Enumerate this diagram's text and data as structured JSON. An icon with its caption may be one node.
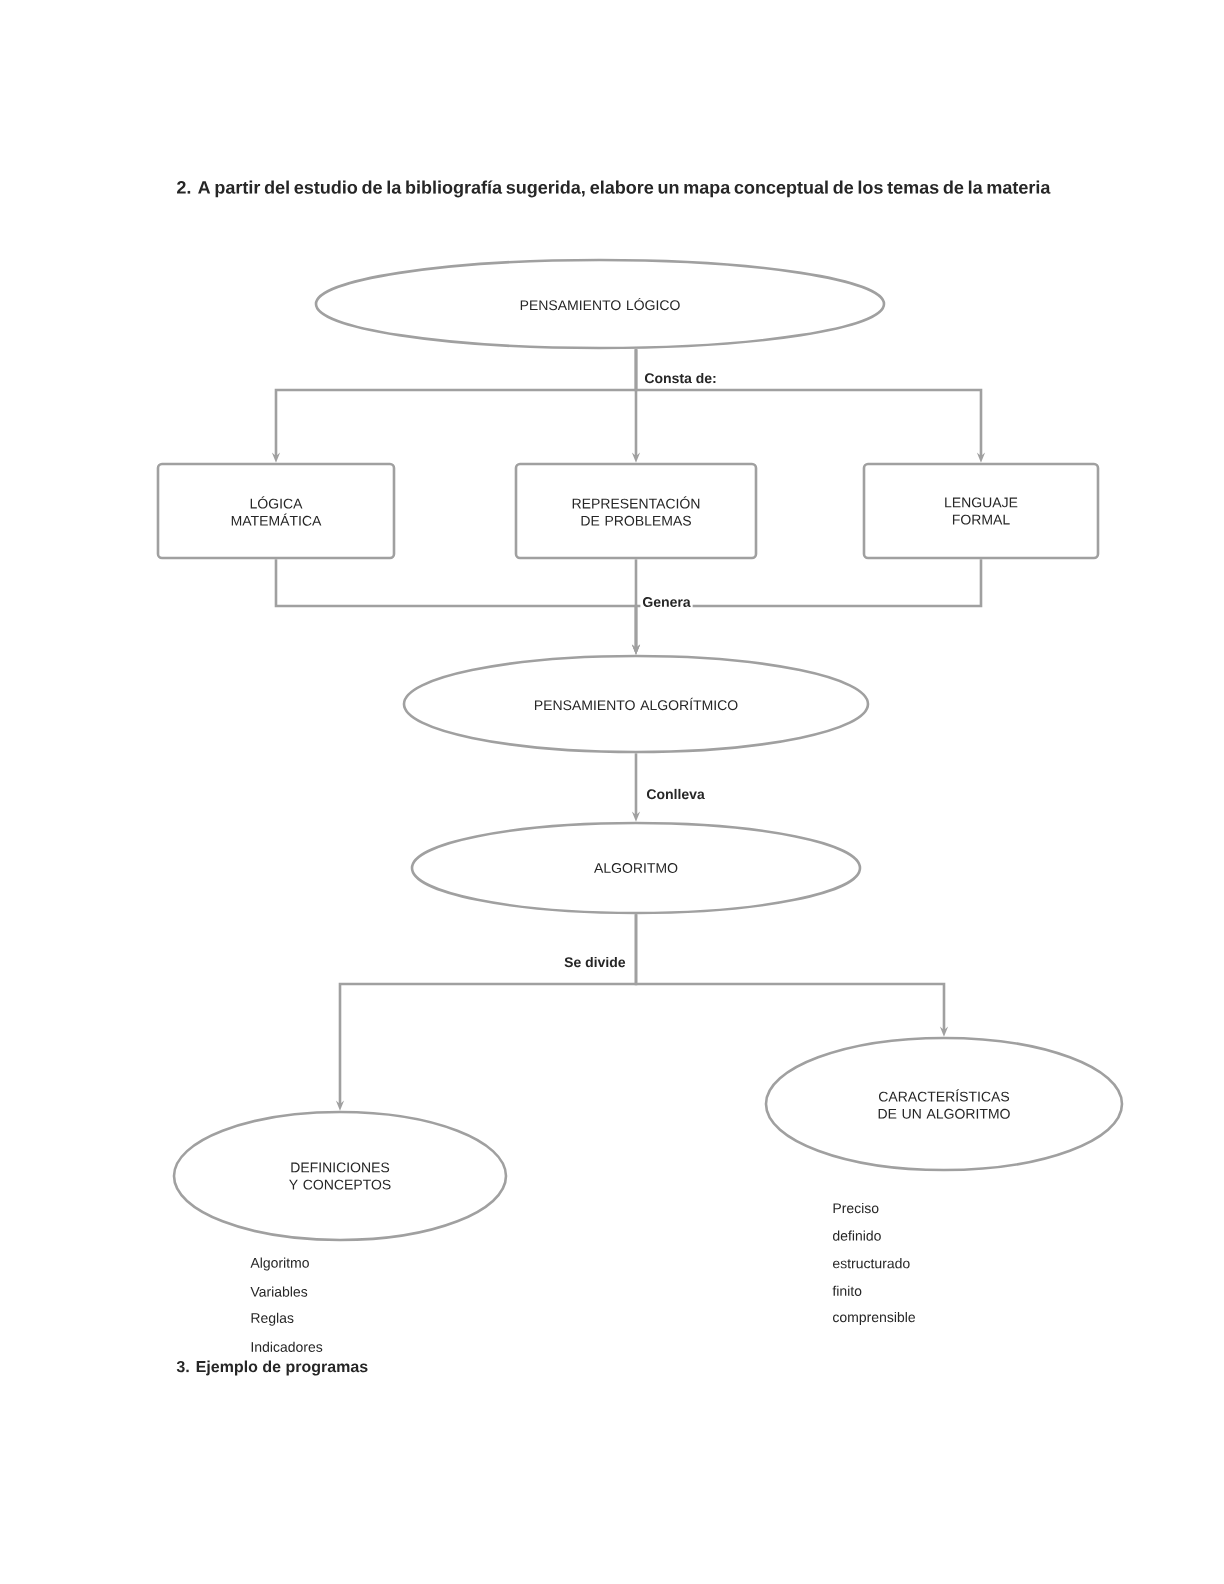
{
  "diagram": {
    "title": "2. A partir del estudio de la bibliografía sugerida, elabore un mapa conceptual de los temas de la materia",
    "nodes": [
      {
        "text": [
          "PENSAMIENTO LÓGICO"
        ]
      },
      {
        "text": [
          "LÓGICA MATEMÁTICA"
        ]
      },
      {
        "text": [
          "REPRESENTACIÓN DE PROBLEMAS"
        ]
      },
      {
        "text": [
          "LENGUAJE FORMAL"
        ]
      },
      {
        "text": [
          "PENSAMIENTO ALGORÍTMICO"
        ]
      },
      {
        "text": [
          "ALGORITMO"
        ]
      },
      {
        "text": [
          "DEFINICIONES Y CONCEPTOS"
        ],
        "beside": [
          "Algoritmo",
          "Variables",
          "Reglas",
          "Indicadores"
        ]
      },
      {
        "text": [
          "CARACTERÍSTICAS DE UN ALGORITMO"
        ],
        "beside": [
          "Preciso",
          "definido",
          "estructurado",
          "finito",
          "comprensible"
        ]
      }
    ],
    "edges": [
      {
        "from": 0,
        "to": 1,
        "arrow": "to"
      },
      {
        "from": 0,
        "to": 2,
        "arrow": "to",
        "label": "Consta de:"
      },
      {
        "from": 0,
        "to": 3,
        "arrow": "to"
      },
      {
        "from": 1,
        "to": 4,
        "arrow": "to"
      },
      {
        "from": 2,
        "to": 4,
        "arrow": "to",
        "label": "Genera"
      },
      {
        "from": 3,
        "to": 4,
        "arrow": "to"
      },
      {
        "from": 4,
        "to": 5,
        "arrow": "to",
        "label": "Conlleva"
      },
      {
        "from": 5,
        "to": 6,
        "arrow": "to",
        "label": "Se divide"
      },
      {
        "from": 5,
        "to": 7,
        "arrow": "to"
      }
    ],
    "labels": [
      "3. Ejemplo de programas"
    ]
  }
}
